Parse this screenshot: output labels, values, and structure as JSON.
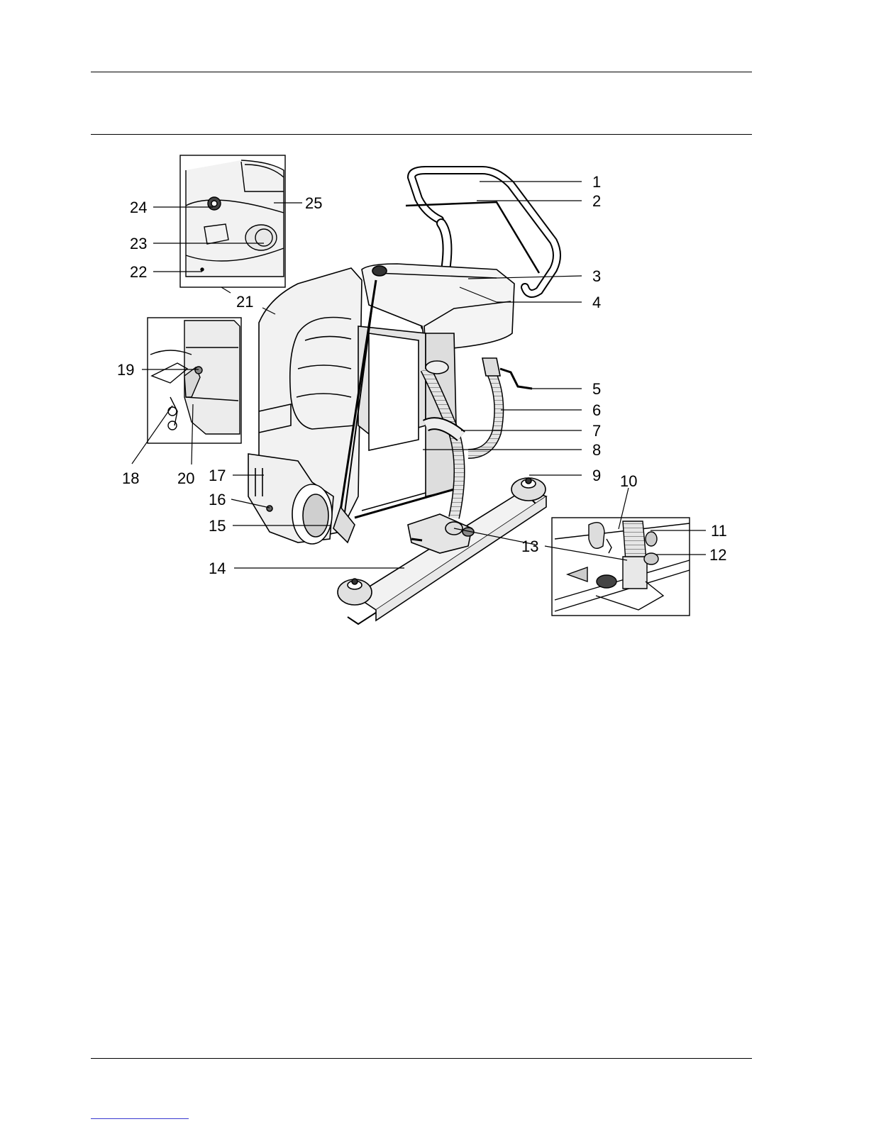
{
  "figure": {
    "callouts": [
      {
        "n": "1"
      },
      {
        "n": "2"
      },
      {
        "n": "3"
      },
      {
        "n": "4"
      },
      {
        "n": "5"
      },
      {
        "n": "6"
      },
      {
        "n": "7"
      },
      {
        "n": "8"
      },
      {
        "n": "9"
      },
      {
        "n": "10"
      },
      {
        "n": "11"
      },
      {
        "n": "12"
      },
      {
        "n": "13"
      },
      {
        "n": "14"
      },
      {
        "n": "15"
      },
      {
        "n": "16"
      },
      {
        "n": "17"
      },
      {
        "n": "18"
      },
      {
        "n": "19"
      },
      {
        "n": "20"
      },
      {
        "n": "21"
      },
      {
        "n": "22"
      },
      {
        "n": "23"
      },
      {
        "n": "24"
      },
      {
        "n": "25"
      }
    ]
  },
  "colors": {
    "line": "#000000",
    "body_fill": "#f2f2f2",
    "shade_fill": "#cfcfcf",
    "footer_link": "#3a3ad0"
  }
}
